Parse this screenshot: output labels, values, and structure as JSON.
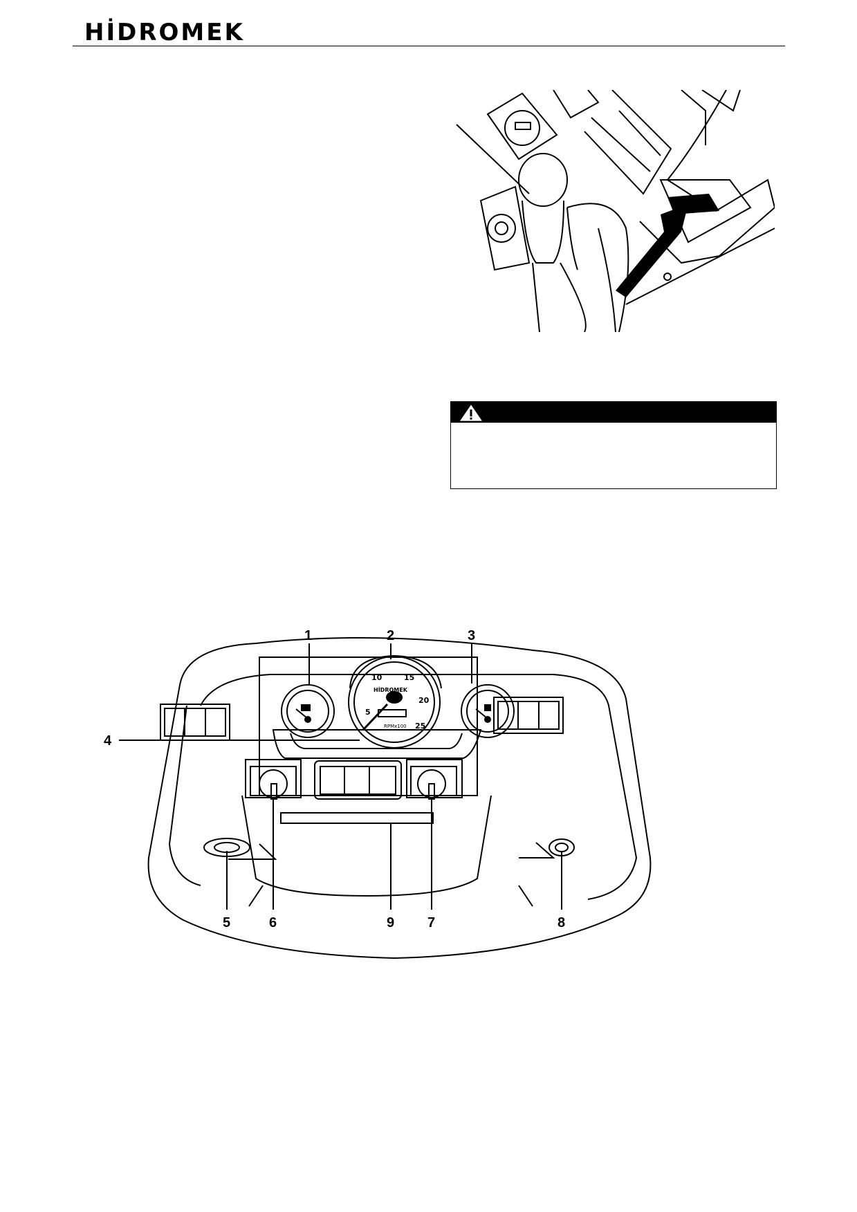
{
  "header": {
    "brand": "HİDROMEK"
  },
  "figure_labels": [
    "1",
    "2",
    "3",
    "4",
    "5",
    "6",
    "9",
    "7",
    "8"
  ],
  "gauge": {
    "ticks": [
      "5",
      "10",
      "15",
      "20",
      "25"
    ],
    "brand": "HİDROMEK",
    "unit": "RPMx100"
  }
}
